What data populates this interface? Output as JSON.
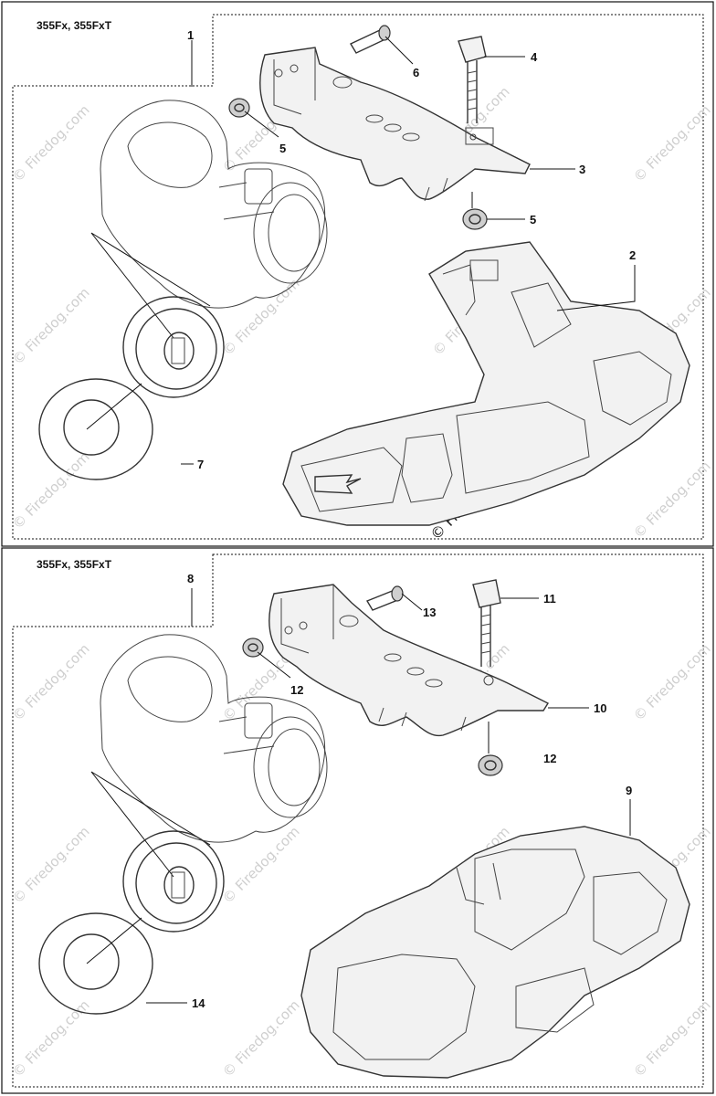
{
  "sections": [
    {
      "model_label": "355Fx, 355FxT",
      "parts": [
        {
          "id": "1",
          "label": "1"
        },
        {
          "id": "2",
          "label": "2"
        },
        {
          "id": "3",
          "label": "3"
        },
        {
          "id": "4",
          "label": "4"
        },
        {
          "id": "5a",
          "label": "5"
        },
        {
          "id": "5b",
          "label": "5"
        },
        {
          "id": "6",
          "label": "6"
        },
        {
          "id": "7",
          "label": "7"
        }
      ]
    },
    {
      "model_label": "355Fx, 355FxT",
      "parts": [
        {
          "id": "8",
          "label": "8"
        },
        {
          "id": "9",
          "label": "9"
        },
        {
          "id": "10",
          "label": "10"
        },
        {
          "id": "11",
          "label": "11"
        },
        {
          "id": "12a",
          "label": "12"
        },
        {
          "id": "12b",
          "label": "12"
        },
        {
          "id": "13",
          "label": "13"
        },
        {
          "id": "14",
          "label": "14"
        }
      ]
    }
  ],
  "watermark": {
    "text": "© Firedog.com",
    "prominent_text": "© Firedog.com"
  },
  "colors": {
    "line": "#333333",
    "watermark": "#cfcfcf"
  }
}
